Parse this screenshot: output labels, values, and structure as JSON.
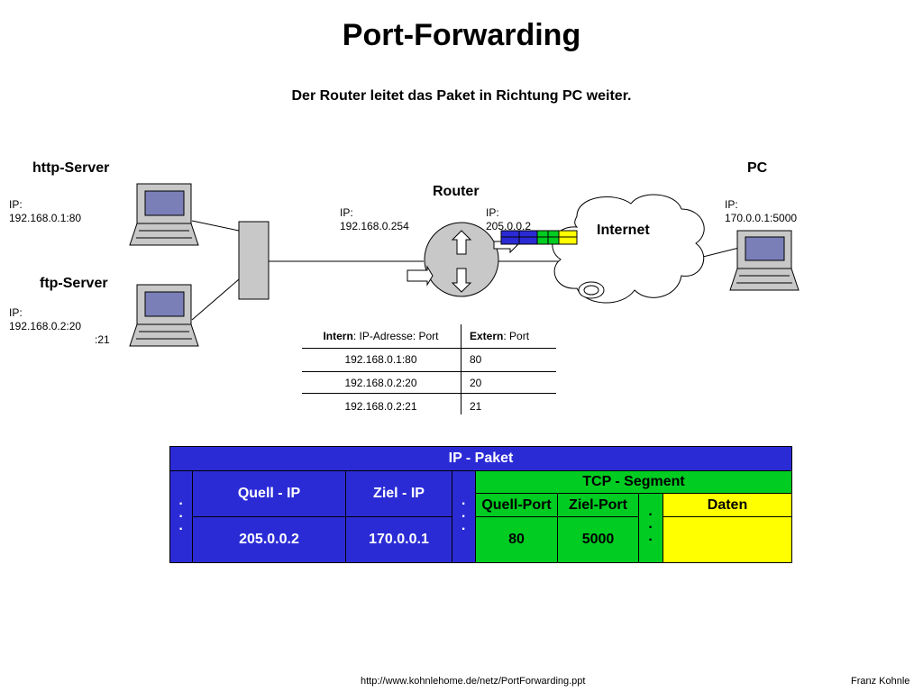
{
  "title": "Port-Forwarding",
  "subtitle": "Der Router leitet das Paket in Richtung PC weiter.",
  "nodes": {
    "http_server": {
      "label": "http-Server",
      "ip_label": "IP:",
      "ip": "192.168.0.1:80"
    },
    "ftp_server": {
      "label": "ftp-Server",
      "ip_label": "IP:",
      "ip": "192.168.0.2:20",
      "ip_extra": ":21"
    },
    "router": {
      "label": "Router",
      "ip_in_label": "IP:",
      "ip_in": "192.168.0.254",
      "ip_out_label": "IP:",
      "ip_out": "205.0.0.2"
    },
    "internet": {
      "label": "Internet"
    },
    "pc": {
      "label": "PC",
      "ip_label": "IP:",
      "ip": "170.0.0.1:5000"
    }
  },
  "port_table": {
    "headers": {
      "intern_bold": "Intern",
      "intern_rest": ": IP-Adresse: Port",
      "extern_bold": "Extern",
      "extern_rest": ": Port"
    },
    "rows": [
      {
        "intern": "192.168.0.1:80",
        "extern": "80"
      },
      {
        "intern": "192.168.0.2:20",
        "extern": "20"
      },
      {
        "intern": "192.168.0.2:21",
        "extern": "21"
      }
    ]
  },
  "packet": {
    "ip_header": "IP - Paket",
    "tcp_header": "TCP - Segment",
    "dots": "·",
    "quell_ip_label": "Quell - IP",
    "ziel_ip_label": "Ziel - IP",
    "quell_port_label": "Quell-Port",
    "ziel_port_label": "Ziel-Port",
    "daten_label": "Daten",
    "quell_ip": "205.0.0.2",
    "ziel_ip": "170.0.0.1",
    "quell_port": "80",
    "ziel_port": "5000"
  },
  "footer": {
    "url": "http://www.kohnlehome.de/netz/PortForwarding.ppt",
    "author": "Franz Kohnle"
  },
  "colors": {
    "ip_blue": "#2b2bd6",
    "tcp_green": "#00cc22",
    "data_yellow": "#ffff00",
    "device_gray": "#c8c8c8",
    "screen_blue": "#7a7fb8"
  }
}
